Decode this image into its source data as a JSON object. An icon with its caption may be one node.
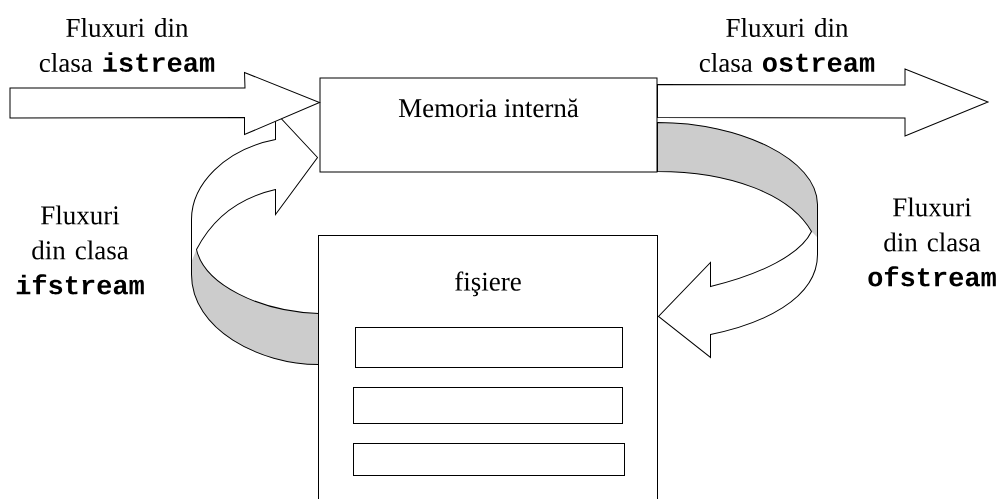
{
  "diagram": {
    "nodes": [
      {
        "text": [
          "Memoria internă"
        ]
      },
      {
        "text": [
          "fişiere"
        ]
      },
      {
        "text": [],
        "shape": "box",
        "in": 1
      },
      {
        "text": [],
        "shape": "box",
        "in": 1
      },
      {
        "text": [],
        "shape": "box",
        "in": 1
      }
    ],
    "edges": [
      {
        "from": null,
        "to": 0,
        "arrow": "to",
        "label": "Fluxuri din clasa **istream**"
      },
      {
        "from": 0,
        "to": null,
        "arrow": "to",
        "label": "Fluxuri din clasa **ostream**"
      },
      {
        "from": 0,
        "to": 1,
        "arrow": "to",
        "label": "Fluxuri din clasa **ofstream**"
      },
      {
        "from": 1,
        "to": 0,
        "arrow": "to",
        "label": "Fluxuri din clasa **ifstream**"
      }
    ]
  }
}
